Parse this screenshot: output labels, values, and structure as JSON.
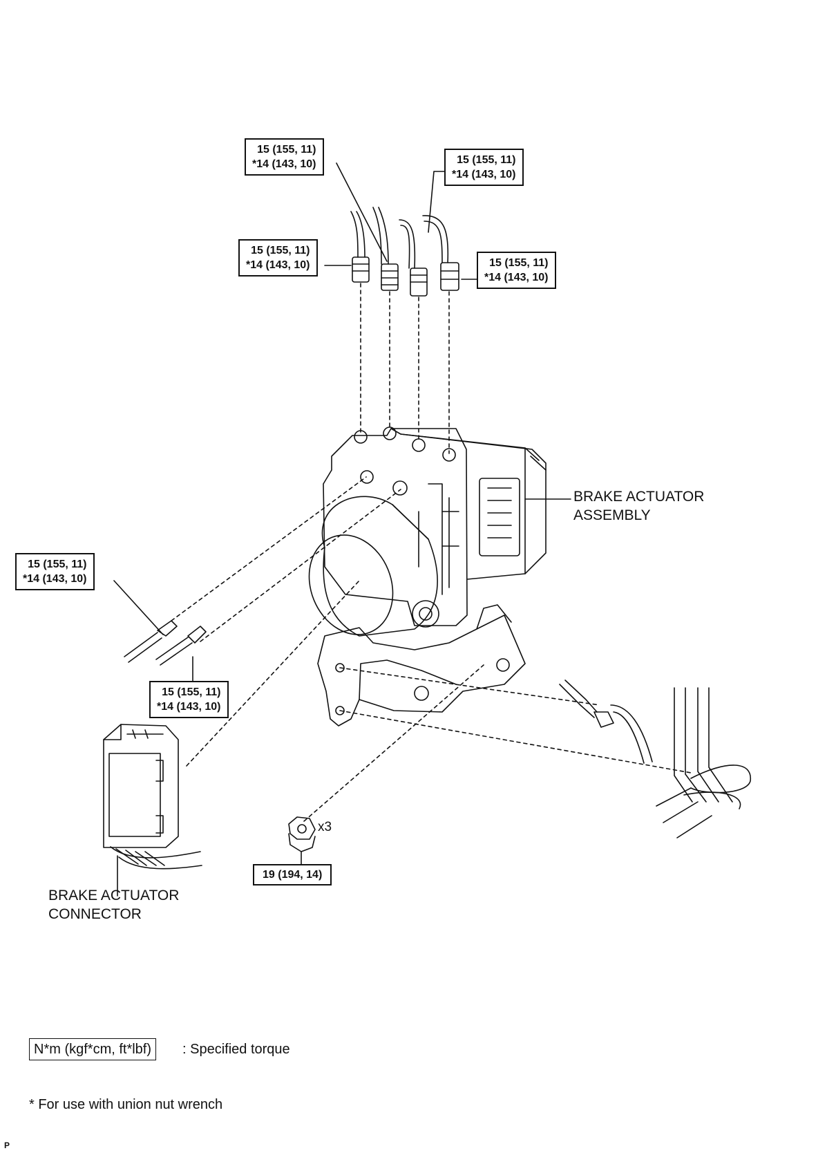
{
  "torque_labels": {
    "top_left": {
      "line1": "15 (155, 11)",
      "line2": "*14 (143, 10)"
    },
    "top_right": {
      "line1": "15 (155, 11)",
      "line2": "*14 (143, 10)"
    },
    "mid_left": {
      "line1": "15 (155, 11)",
      "line2": "*14 (143, 10)"
    },
    "mid_right": {
      "line1": "15 (155, 11)",
      "line2": "*14 (143, 10)"
    },
    "side_left": {
      "line1": "15 (155, 11)",
      "line2": "*14 (143, 10)"
    },
    "side_bottom": {
      "line1": "15 (155, 11)",
      "line2": "*14 (143, 10)"
    },
    "nut": {
      "line1": "19 (194, 14)"
    }
  },
  "part_labels": {
    "actuator_line1": "BRAKE ACTUATOR",
    "actuator_line2": "ASSEMBLY",
    "connector_line1": "BRAKE ACTUATOR",
    "connector_line2": "CONNECTOR",
    "nut_qty": "x3"
  },
  "legend": {
    "unit_box": "N*m (kgf*cm, ft*lbf)",
    "unit_text": ": Specified torque",
    "footnote": "* For use with union nut wrench"
  },
  "corner_mark": "P"
}
